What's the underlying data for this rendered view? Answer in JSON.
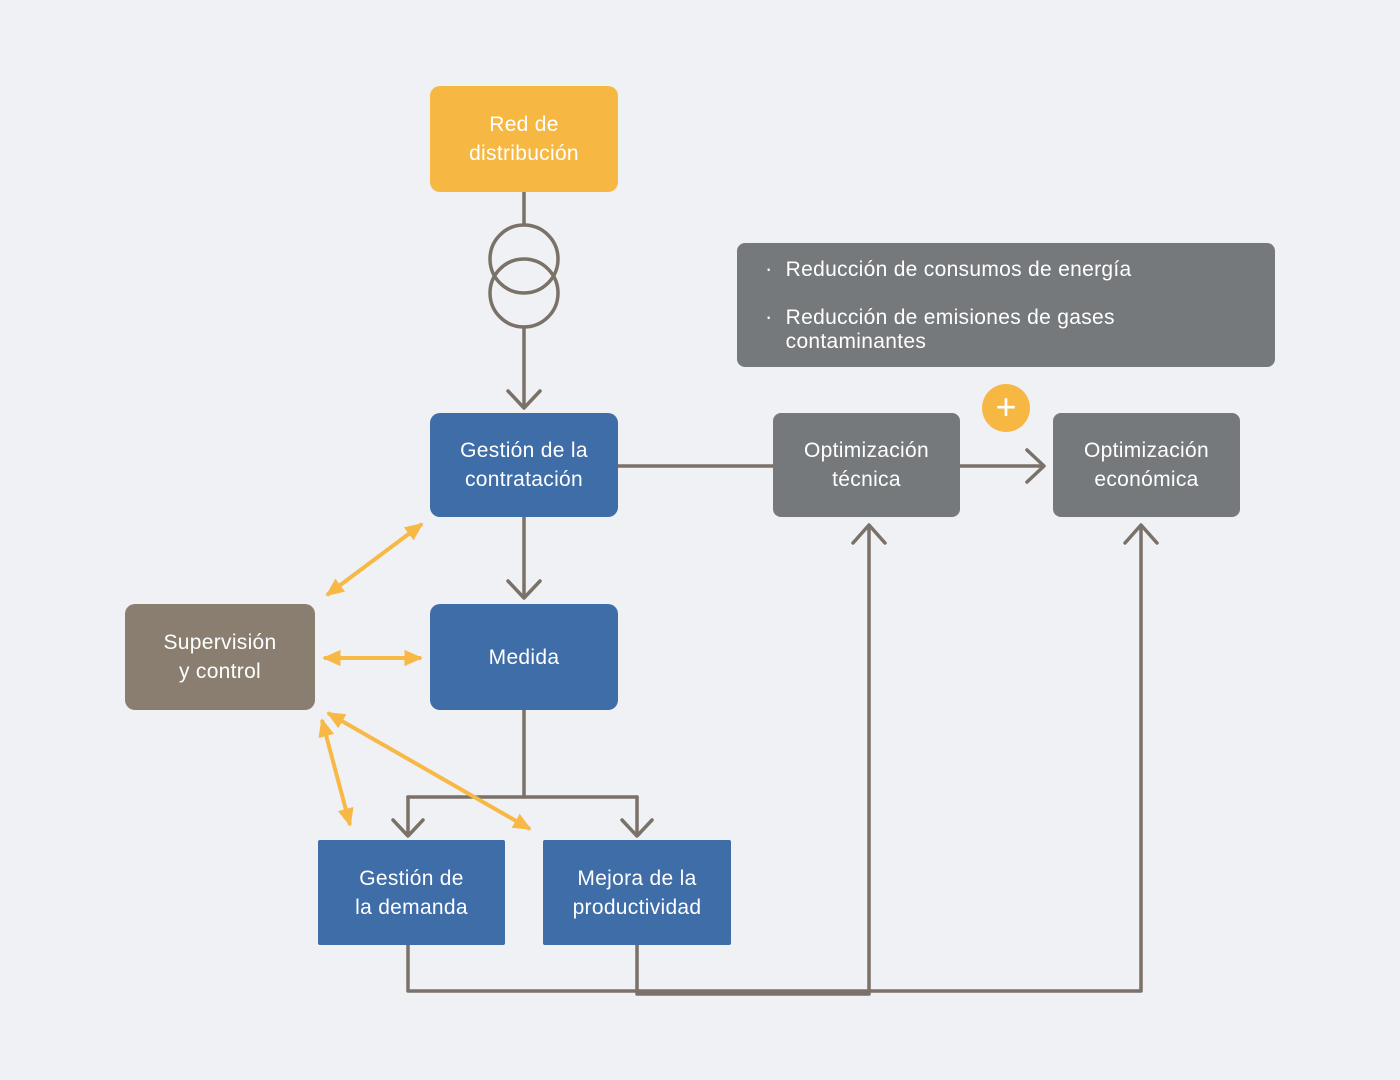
{
  "diagram": {
    "nodes": {
      "red_distribucion": {
        "lines": [
          "Red de",
          "distribución"
        ]
      },
      "gestion_contratacion": {
        "lines": [
          "Gestión de la",
          "contratación"
        ]
      },
      "optimizacion_tecnica": {
        "lines": [
          "Optimización",
          "técnica"
        ]
      },
      "optimizacion_economica": {
        "lines": [
          "Optimización",
          "económica"
        ]
      },
      "supervision_control": {
        "lines": [
          "Supervisión",
          "y control"
        ]
      },
      "medida": {
        "lines": [
          "Medida"
        ]
      },
      "gestion_demanda": {
        "lines": [
          "Gestión de",
          "la demanda"
        ]
      },
      "mejora_productividad": {
        "lines": [
          "Mejora de la",
          "productividad"
        ]
      }
    },
    "benefits": {
      "bullet": "·",
      "items": [
        "Reducción de consumos de energía",
        "Reducción de emisiones de gases contaminantes"
      ]
    },
    "plus_symbol": "+",
    "colors": {
      "background": "#eff1f4",
      "node_yellow": "#f6b843",
      "node_blue": "#3e6da8",
      "node_gray": "#76797c",
      "node_brown": "#8a7e71",
      "connector_gray": "#7a7168",
      "arrow_yellow": "#f8b845",
      "text": "#ffffff"
    }
  }
}
